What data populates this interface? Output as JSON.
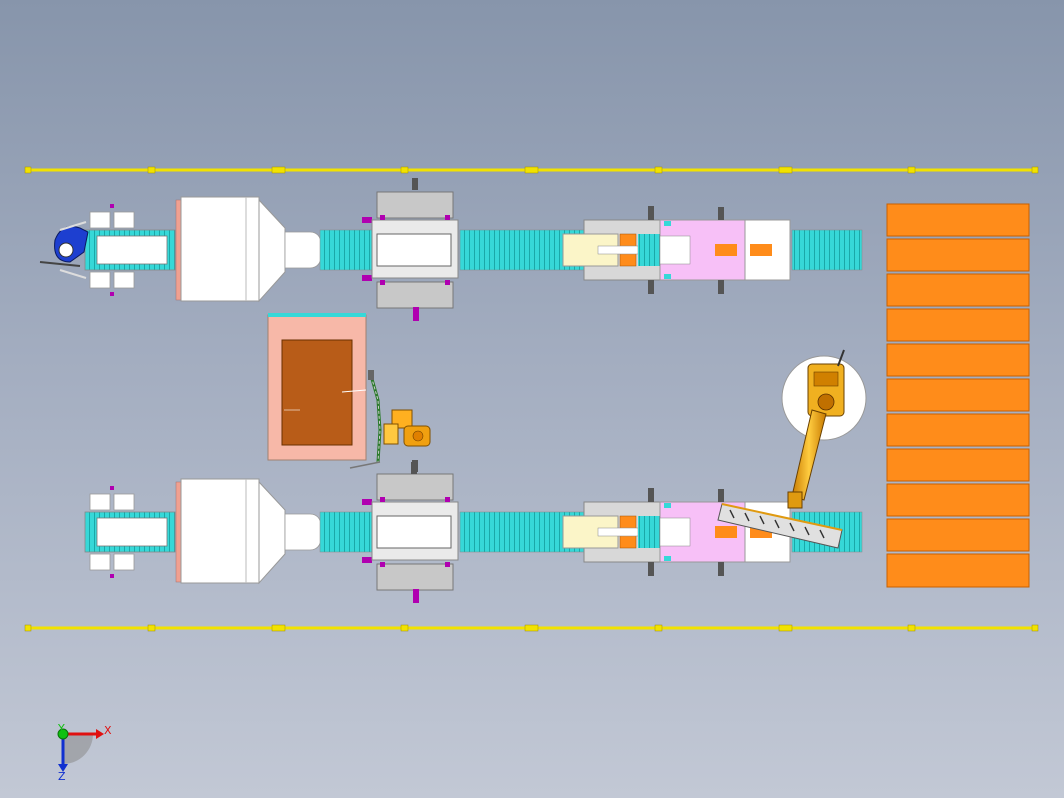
{
  "viewport": {
    "background_top": "#8795ab",
    "background_bottom": "#c2c8d5"
  },
  "colors": {
    "rail": "#f2e200",
    "conveyor": "#36d8d8",
    "orange": "#ff8c1a",
    "robot_yellow": "#f0b020",
    "pink": "#f7c0f7",
    "magenta": "#b000b0",
    "cream": "#fbf5c8",
    "salmon": "#f7b8a8",
    "brown": "#b85c18",
    "machine_white": "#ffffff",
    "machine_grey": "#bbbbbb"
  },
  "scene": {
    "production_lines": 2,
    "stacking_pallets": 11,
    "rails": 2,
    "robots": [
      "gantry-robot-top-left",
      "robot-center",
      "robot-arm-right"
    ]
  },
  "triad": {
    "x_label": "X",
    "y_label": "Y",
    "z_label": "Z",
    "x_color": "#e01010",
    "y_color": "#10c010",
    "z_color": "#1030d0"
  }
}
